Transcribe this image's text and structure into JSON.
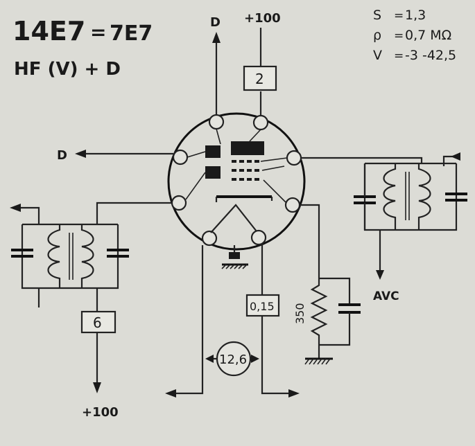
{
  "header": {
    "tube_type": "14E7",
    "equals": "=",
    "equivalent": "7E7",
    "function": "HF (V) + D"
  },
  "specs": [
    {
      "symbol": "S",
      "sep": "=",
      "value": "1,3"
    },
    {
      "symbol": "ρ",
      "sep": "=",
      "value": "0,7 MΩ"
    },
    {
      "symbol": "V",
      "sep": "=",
      "value": "-3  -42,5"
    }
  ],
  "labels": {
    "top_diode": "D",
    "top_supply": "+100",
    "left_diode": "D",
    "avc": "AVC",
    "bottom_supply": "+100",
    "resistor_value": "350"
  },
  "boxes": {
    "plate_box": "2",
    "grid_box": "6",
    "heater_current": "0,15"
  },
  "heater_voltage": "12,6",
  "colors": {
    "paper": "#dcdcd6",
    "ink": "#1a1a1a"
  }
}
